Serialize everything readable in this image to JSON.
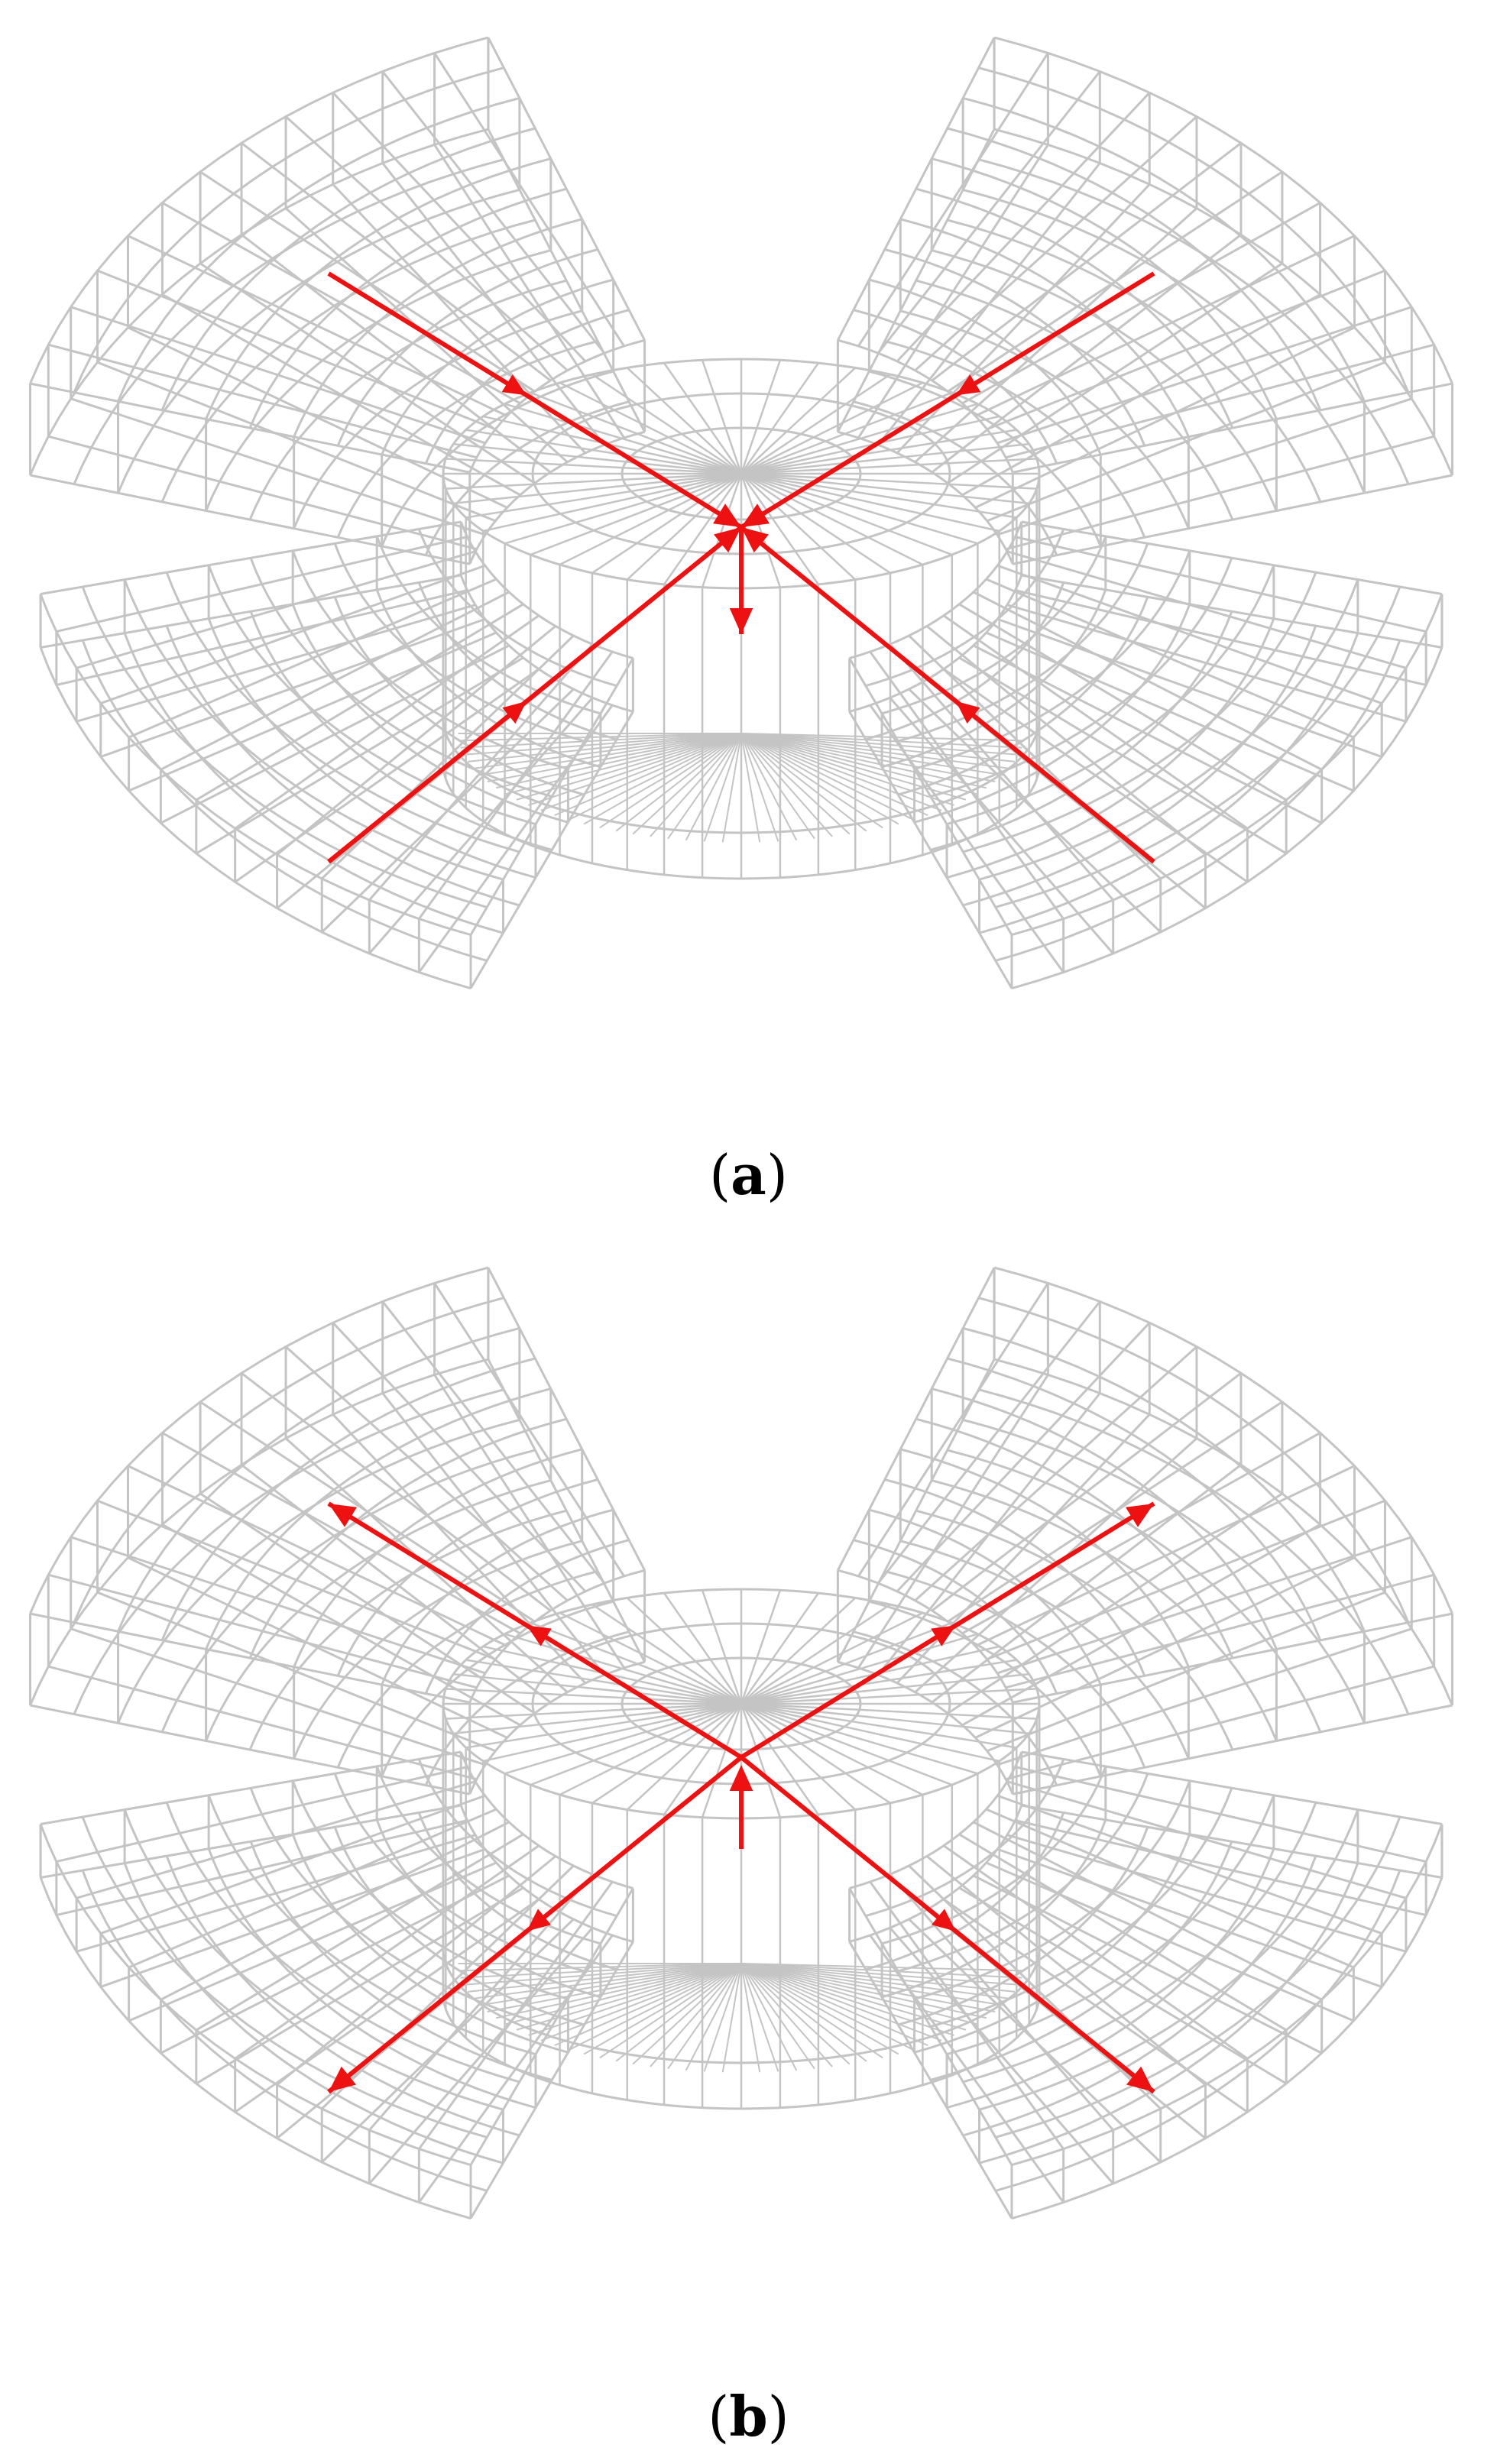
{
  "panels": [
    {
      "id": "a",
      "caption": {
        "open": "(",
        "letter": "a",
        "close": ")"
      },
      "flow_direction": "inward",
      "center_arrow": "down"
    },
    {
      "id": "b",
      "caption": {
        "open": "(",
        "letter": "b",
        "close": ")"
      },
      "flow_direction": "outward",
      "center_arrow": "up"
    }
  ],
  "colors": {
    "mesh": "#c4c4c4",
    "arrow": "#ee1111",
    "background": "#ffffff",
    "caption": "#000000"
  }
}
